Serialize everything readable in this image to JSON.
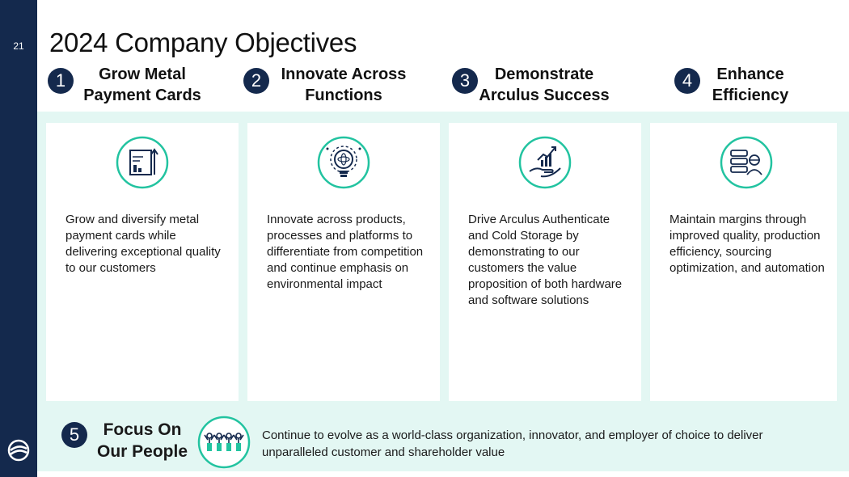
{
  "slide_number": "21",
  "title": "2024 Company Objectives",
  "colors": {
    "navy": "#14294d",
    "teal": "#22c3a0",
    "band": "#e3f7f3"
  },
  "objectives": [
    {
      "number": "1",
      "heading_line1": "Grow Metal",
      "heading_line2": "Payment Cards",
      "icon": "metal-card-growth-icon",
      "description": "Grow and diversify metal payment cards while delivering exceptional quality to our customers"
    },
    {
      "number": "2",
      "heading_line1": "Innovate Across",
      "heading_line2": "Functions",
      "icon": "innovation-lightbulb-icon",
      "description": "Innovate across products, processes and platforms to differentiate from competition and continue emphasis on environmental impact"
    },
    {
      "number": "3",
      "heading_line1": "Demonstrate",
      "heading_line2": "Arculus Success",
      "icon": "hand-growth-chart-icon",
      "description": "Drive Arculus Authenticate and Cold Storage by demonstrating to our customers the value proposition of both hardware and software solutions"
    },
    {
      "number": "4",
      "heading_line1": "Enhance",
      "heading_line2": "Efficiency",
      "icon": "operator-server-icon",
      "description": "Maintain margins through improved quality, production efficiency, sourcing optimization, and automation"
    }
  ],
  "people": {
    "number": "5",
    "heading_line1": "Focus On",
    "heading_line2": "Our People",
    "icon": "people-team-icon",
    "description": "Continue to evolve as a world-class organization, innovator, and employer of choice to deliver unparalleled customer and shareholder value"
  }
}
